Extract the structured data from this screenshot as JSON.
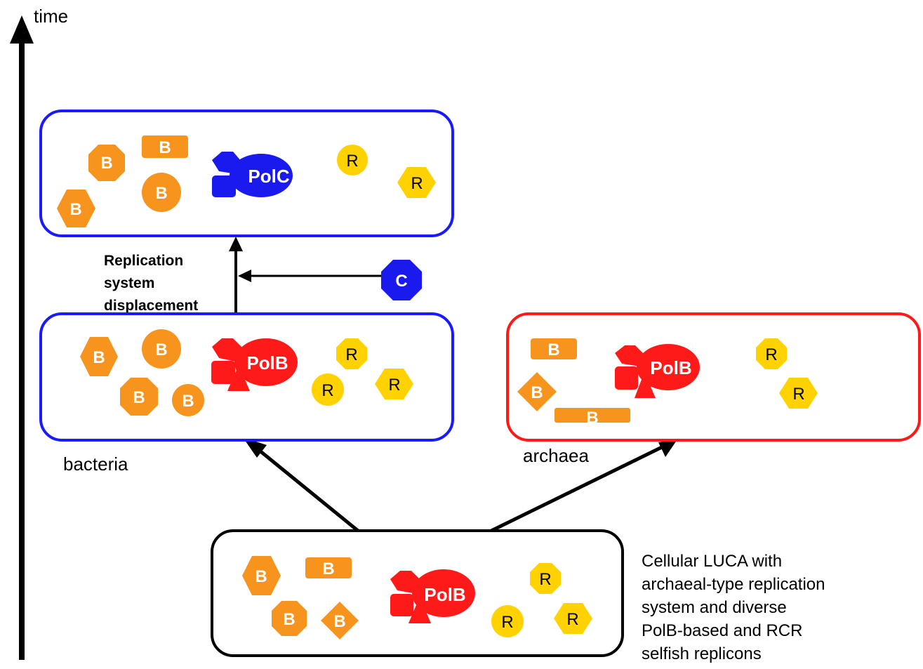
{
  "colors": {
    "bacteria_border": "#1a1aff",
    "archaea_border": "#ff1a1a",
    "luca_border": "#000000",
    "polb": "#ff1a1a",
    "polc": "#1a1aee",
    "element_b": "#f7941d",
    "element_r": "#ffd200",
    "element_c": "#1a1aee",
    "arrow": "#000000"
  },
  "axis": {
    "label": "time"
  },
  "boxes": {
    "bacteria_later": {
      "polymerase": "PolC"
    },
    "bacteria": {
      "caption": "bacteria",
      "polymerase": "PolB"
    },
    "archaea": {
      "caption": "archaea",
      "polymerase": "PolB"
    },
    "luca": {
      "polymerase": "PolB"
    }
  },
  "displacement": {
    "label_lines": [
      "Replication",
      "system",
      "displacement"
    ],
    "agent": "C"
  },
  "elements": {
    "b": "B",
    "r": "R"
  },
  "luca_caption": [
    "Cellular LUCA with",
    "archaeal-type replication",
    "system and diverse",
    "PolB-based and RCR",
    "selfish replicons"
  ]
}
